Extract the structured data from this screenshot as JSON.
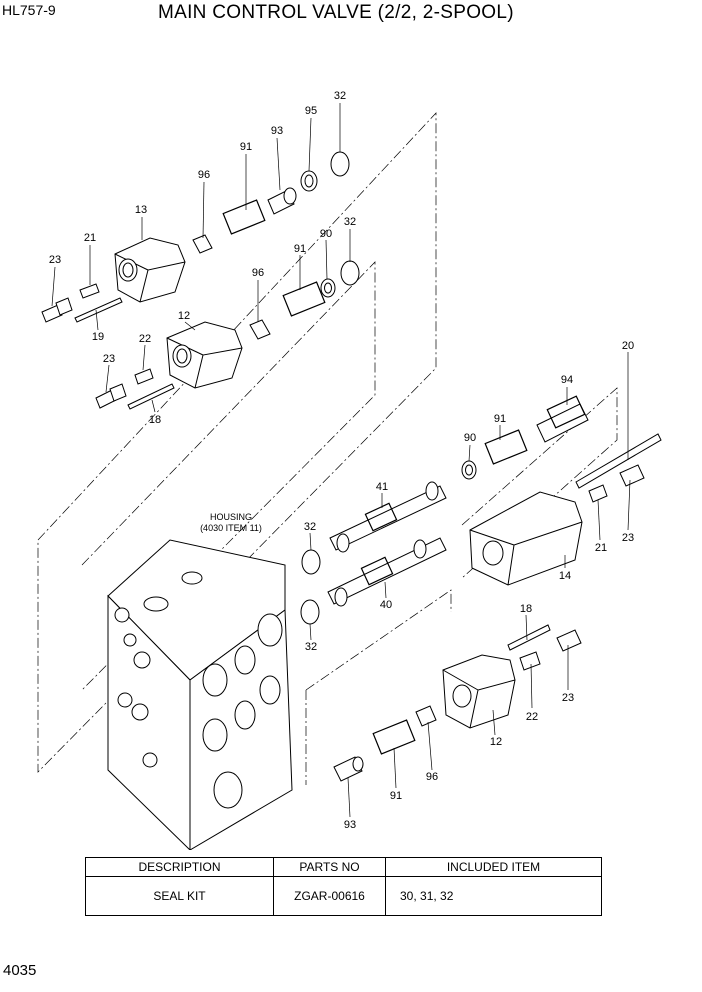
{
  "header": {
    "model": "HL757-9",
    "title": "MAIN CONTROL VALVE (2/2, 2-SPOOL)"
  },
  "page_number": "4035",
  "housing_label": {
    "line1": "HOUSING",
    "line2": "(4030 ITEM 11)"
  },
  "callouts": {
    "c32a": "32",
    "c95": "95",
    "c93a": "93",
    "c91a": "91",
    "c96a": "96",
    "c13": "13",
    "c21a": "21",
    "c23a": "23",
    "c19": "19",
    "c32b": "32",
    "c90a": "90",
    "c91b": "91",
    "c96b": "96",
    "c12a": "12",
    "c22a": "22",
    "c23b": "23",
    "c18a": "18",
    "c20": "20",
    "c94": "94",
    "c91c": "91",
    "c90b": "90",
    "c41": "41",
    "c32c": "32",
    "c21b": "21",
    "c23c": "23",
    "c14": "14",
    "c40": "40",
    "c32d": "32",
    "c18b": "18",
    "c23d": "23",
    "c22b": "22",
    "c12b": "12",
    "c96c": "96",
    "c91d": "91",
    "c93b": "93"
  },
  "kit_table": {
    "headers": [
      "DESCRIPTION",
      "PARTS NO",
      "INCLUDED ITEM"
    ],
    "rows": [
      {
        "description": "SEAL KIT",
        "parts_no": "ZGAR-00616",
        "included": "30, 31, 32"
      }
    ]
  }
}
